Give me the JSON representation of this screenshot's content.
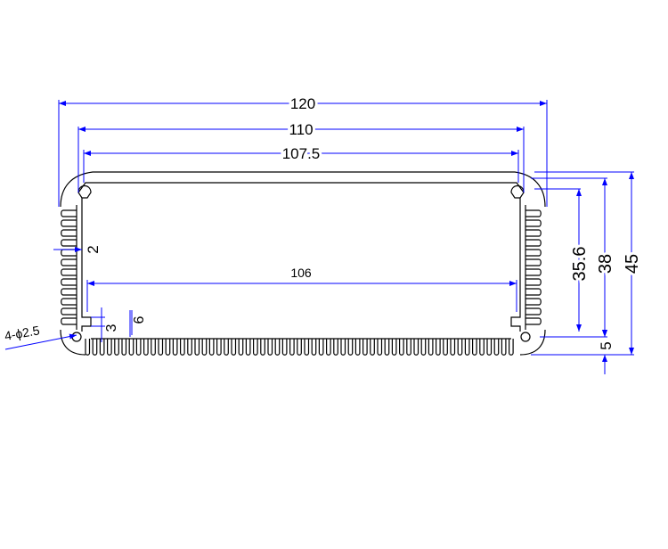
{
  "drawing": {
    "dimensions": {
      "overall_width": "120",
      "outer_shell_width": "110",
      "inner_width": "107.5",
      "bottom_inner_width": "106",
      "overall_height": "45",
      "height_38": "38",
      "height_35_6": "35.6",
      "bottom_fin_height": "5",
      "wall_thickness": "2",
      "slot_height": "6",
      "slot_width": "3",
      "mounting_holes": "4-ϕ2.5"
    },
    "colors": {
      "dimension_lines": "#0000ff",
      "profile_lines": "#000000",
      "background": "#ffffff"
    }
  }
}
